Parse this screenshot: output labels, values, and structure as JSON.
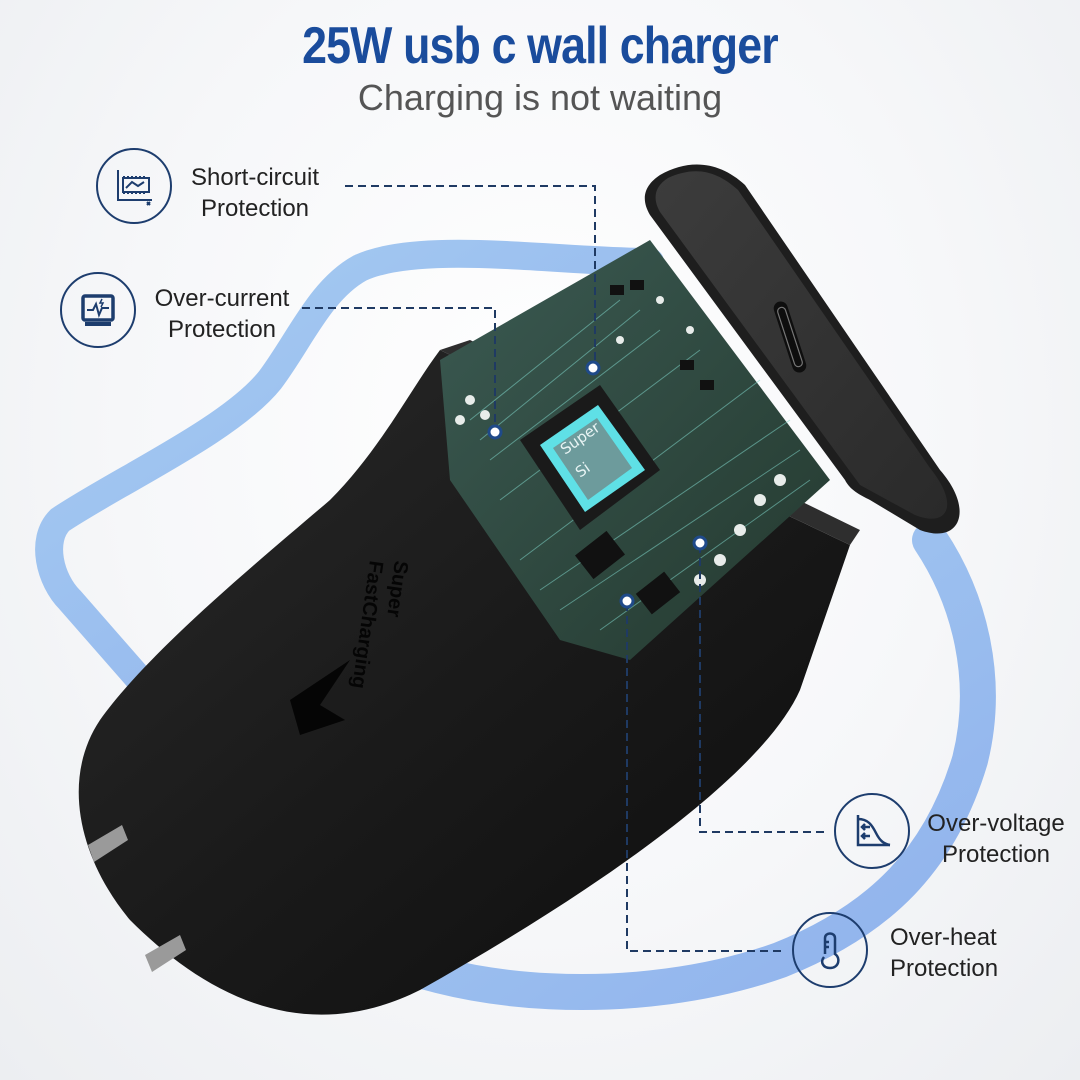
{
  "header": {
    "title": "25W usb c wall charger",
    "subtitle": "Charging is not waiting"
  },
  "product": {
    "body_text_line1": "Super",
    "body_text_line2": "FastCharging",
    "chip_text_line1": "Super",
    "chip_text_line2": "Si"
  },
  "features": [
    {
      "icon": "circuit-board-icon",
      "line1": "Short-circuit",
      "line2": "Protection"
    },
    {
      "icon": "monitor-pulse-icon",
      "line1": "Over-current",
      "line2": "Protection"
    },
    {
      "icon": "voltage-curve-icon",
      "line1": "Over-voltage",
      "line2": "Protection"
    },
    {
      "icon": "thermometer-icon",
      "line1": "Over-heat",
      "line2": "Protection"
    }
  ],
  "colors": {
    "title": "#1a4c9c",
    "icon_stroke": "#1d3d6e",
    "cable": "#9cc3ee",
    "charger_body": "#1b1b1b",
    "pcb": "#2f4a42"
  }
}
